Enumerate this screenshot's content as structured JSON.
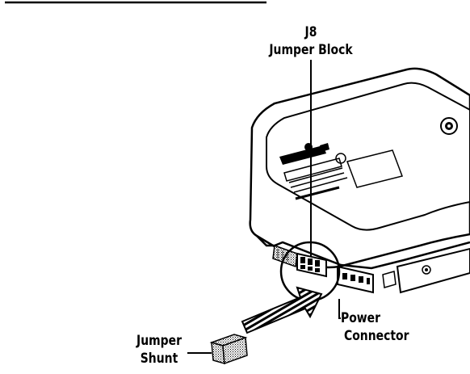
{
  "labels": {
    "jumper_block_id": "J8",
    "jumper_block_name": "Jumper Block",
    "power_connector_line1": "Power",
    "power_connector_line2": "Connector",
    "jumper_shunt_line1": "Jumper",
    "jumper_shunt_line2": "Shunt"
  },
  "colors": {
    "ink": "#000000",
    "background": "#ffffff"
  }
}
